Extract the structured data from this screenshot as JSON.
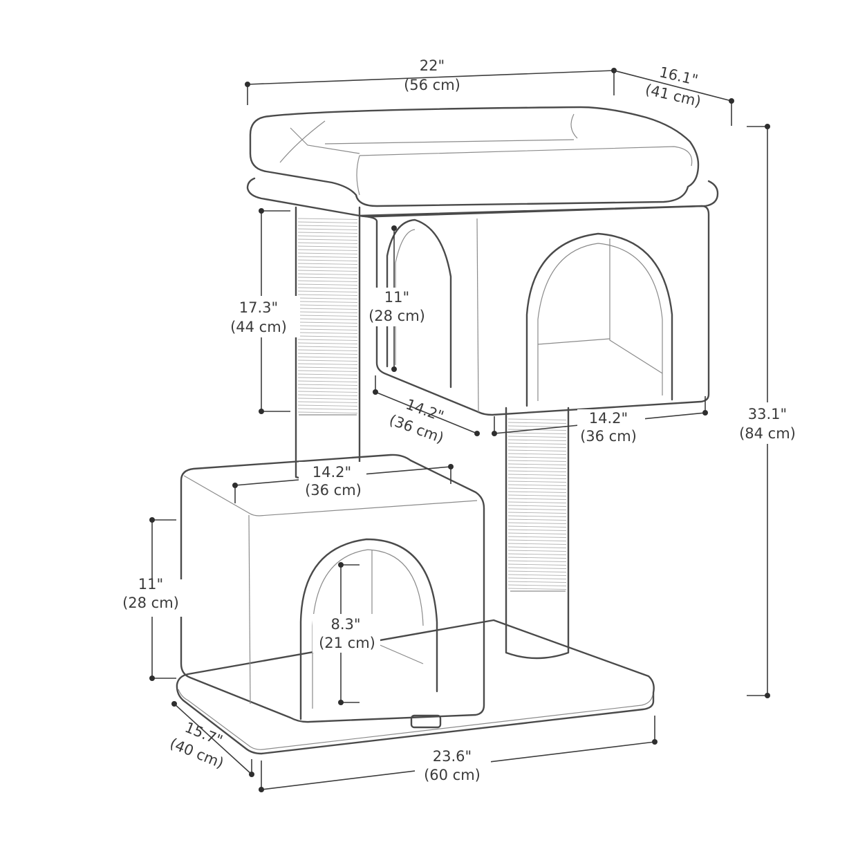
{
  "colors": {
    "line": "#4a4a4a",
    "dimension": "#3c3c3c",
    "label": "#3a3a3a",
    "background": "#ffffff"
  },
  "dimensions": {
    "top_width": {
      "inch": "22\"",
      "cm": "(56 cm)"
    },
    "top_depth": {
      "inch": "16.1\"",
      "cm": "(41 cm)"
    },
    "total_height": {
      "inch": "33.1\"",
      "cm": "(84 cm)"
    },
    "post_height": {
      "inch": "17.3\"",
      "cm": "(44 cm)"
    },
    "upper_opening": {
      "inch": "11\"",
      "cm": "(28 cm)"
    },
    "upper_depth": {
      "inch": "14.2\"",
      "cm": "(36 cm)"
    },
    "upper_width": {
      "inch": "14.2\"",
      "cm": "(36 cm)"
    },
    "lower_width": {
      "inch": "14.2\"",
      "cm": "(36 cm)"
    },
    "lower_height": {
      "inch": "11\"",
      "cm": "(28 cm)"
    },
    "lower_opening": {
      "inch": "8.3\"",
      "cm": "(21 cm)"
    },
    "base_depth": {
      "inch": "15.7\"",
      "cm": "(40 cm)"
    },
    "base_width": {
      "inch": "23.6\"",
      "cm": "(60 cm)"
    }
  }
}
